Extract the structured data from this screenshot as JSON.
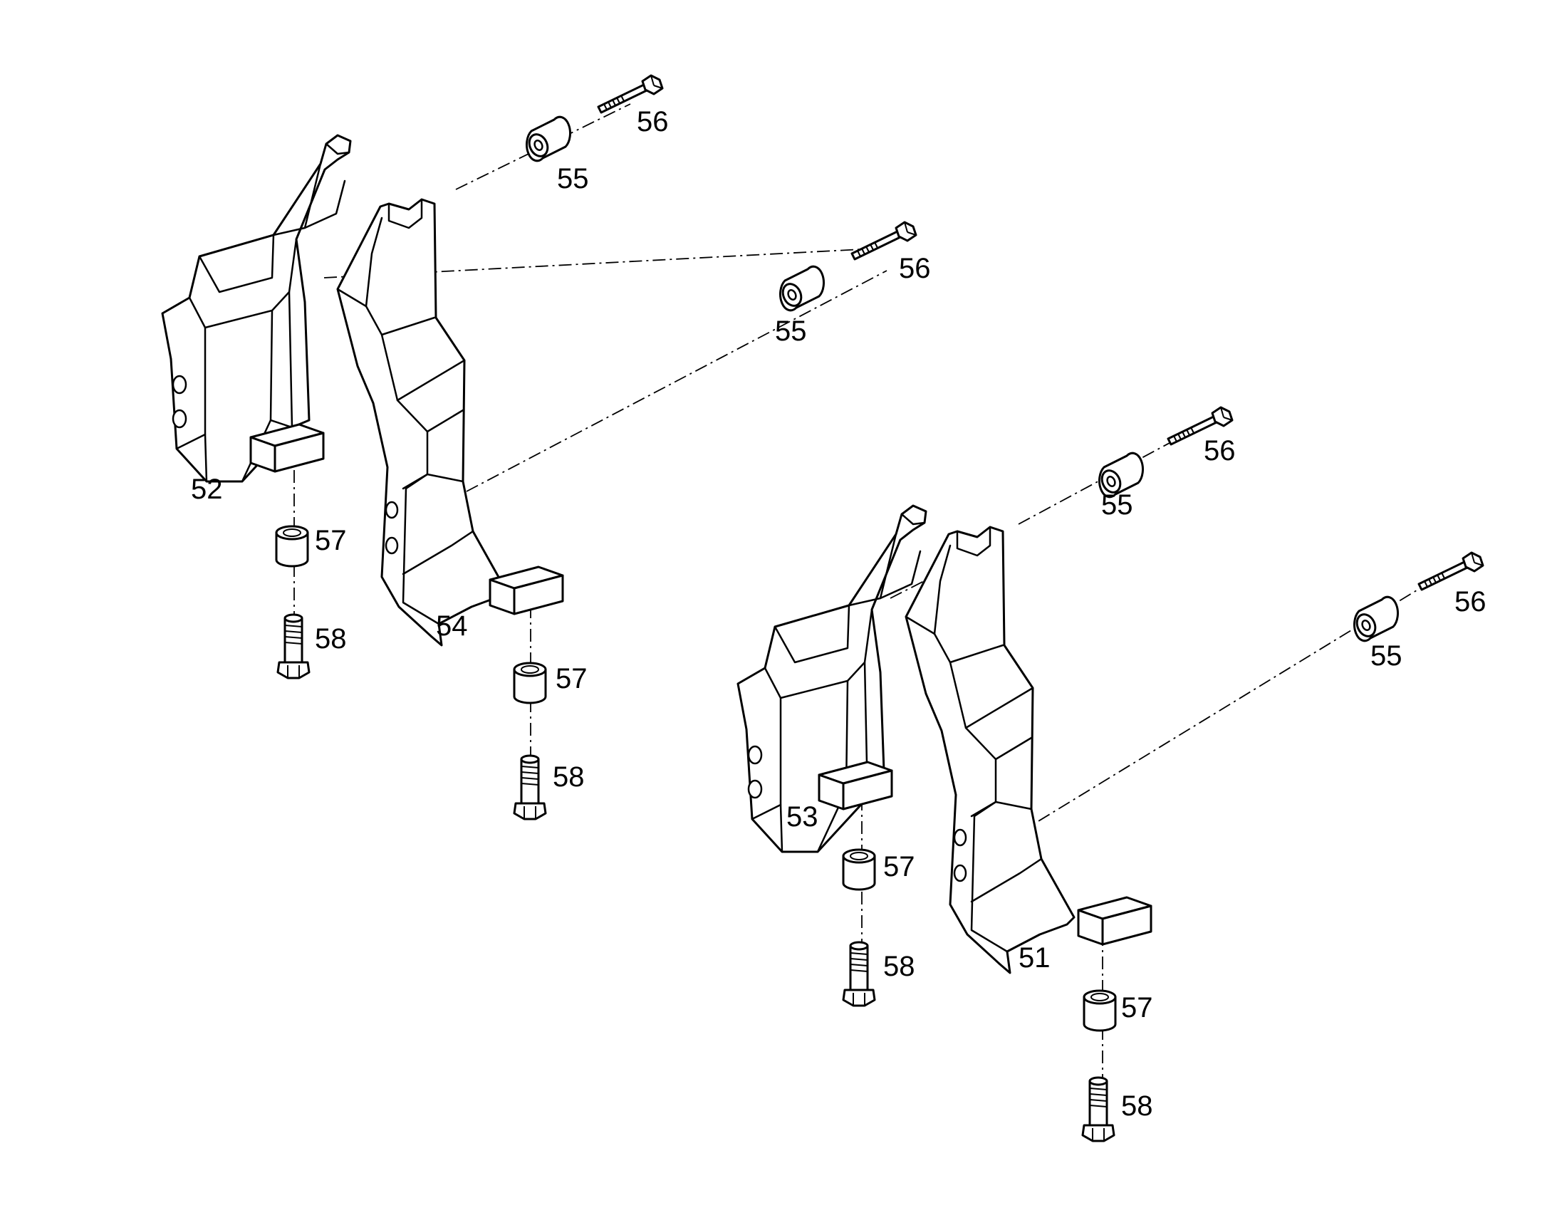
{
  "diagram": {
    "callouts": {
      "bracket_a": "52",
      "bracket_b": "54",
      "bracket_c": "53",
      "bracket_d": "51",
      "sleeve_1": "55",
      "sleeve_2": "55",
      "sleeve_3": "55",
      "sleeve_4": "55",
      "bolt_1": "56",
      "bolt_2": "56",
      "bolt_3": "56",
      "bolt_4": "56",
      "bushing_1": "57",
      "bushing_2": "57",
      "bushing_3": "57",
      "bushing_4": "57",
      "screw_1": "58",
      "screw_2": "58",
      "screw_3": "58",
      "screw_4": "58"
    },
    "colors": {
      "line": "#000000",
      "background": "#ffffff"
    },
    "icons": [
      "bracket-icon",
      "sleeve-icon",
      "bolt-icon",
      "bushing-icon",
      "screw-icon",
      "foot-block-icon"
    ]
  }
}
